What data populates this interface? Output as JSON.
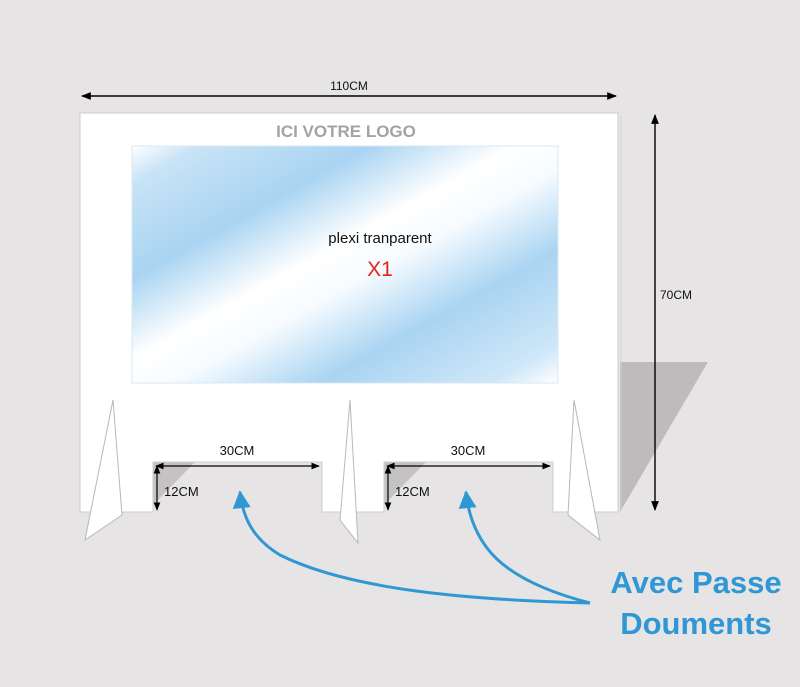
{
  "labels": {
    "width": "110CM",
    "height": "70CM",
    "logo": "ICI VOTRE LOGO",
    "plexi": "plexi tranparent",
    "quantity": "X1",
    "slot_left_width": "30CM",
    "slot_left_height": "12CM",
    "slot_right_width": "30CM",
    "slot_right_height": "12CM",
    "callout_line1": "Avec Passe",
    "callout_line2": "Douments"
  },
  "colors": {
    "background": "#e6e4e5",
    "panel": "#ffffff",
    "plexi_blue": "#a9d4f2",
    "callout_blue": "#2f97d3",
    "quantity_red": "#e0261b",
    "logo_gray": "#a3a3a3"
  }
}
